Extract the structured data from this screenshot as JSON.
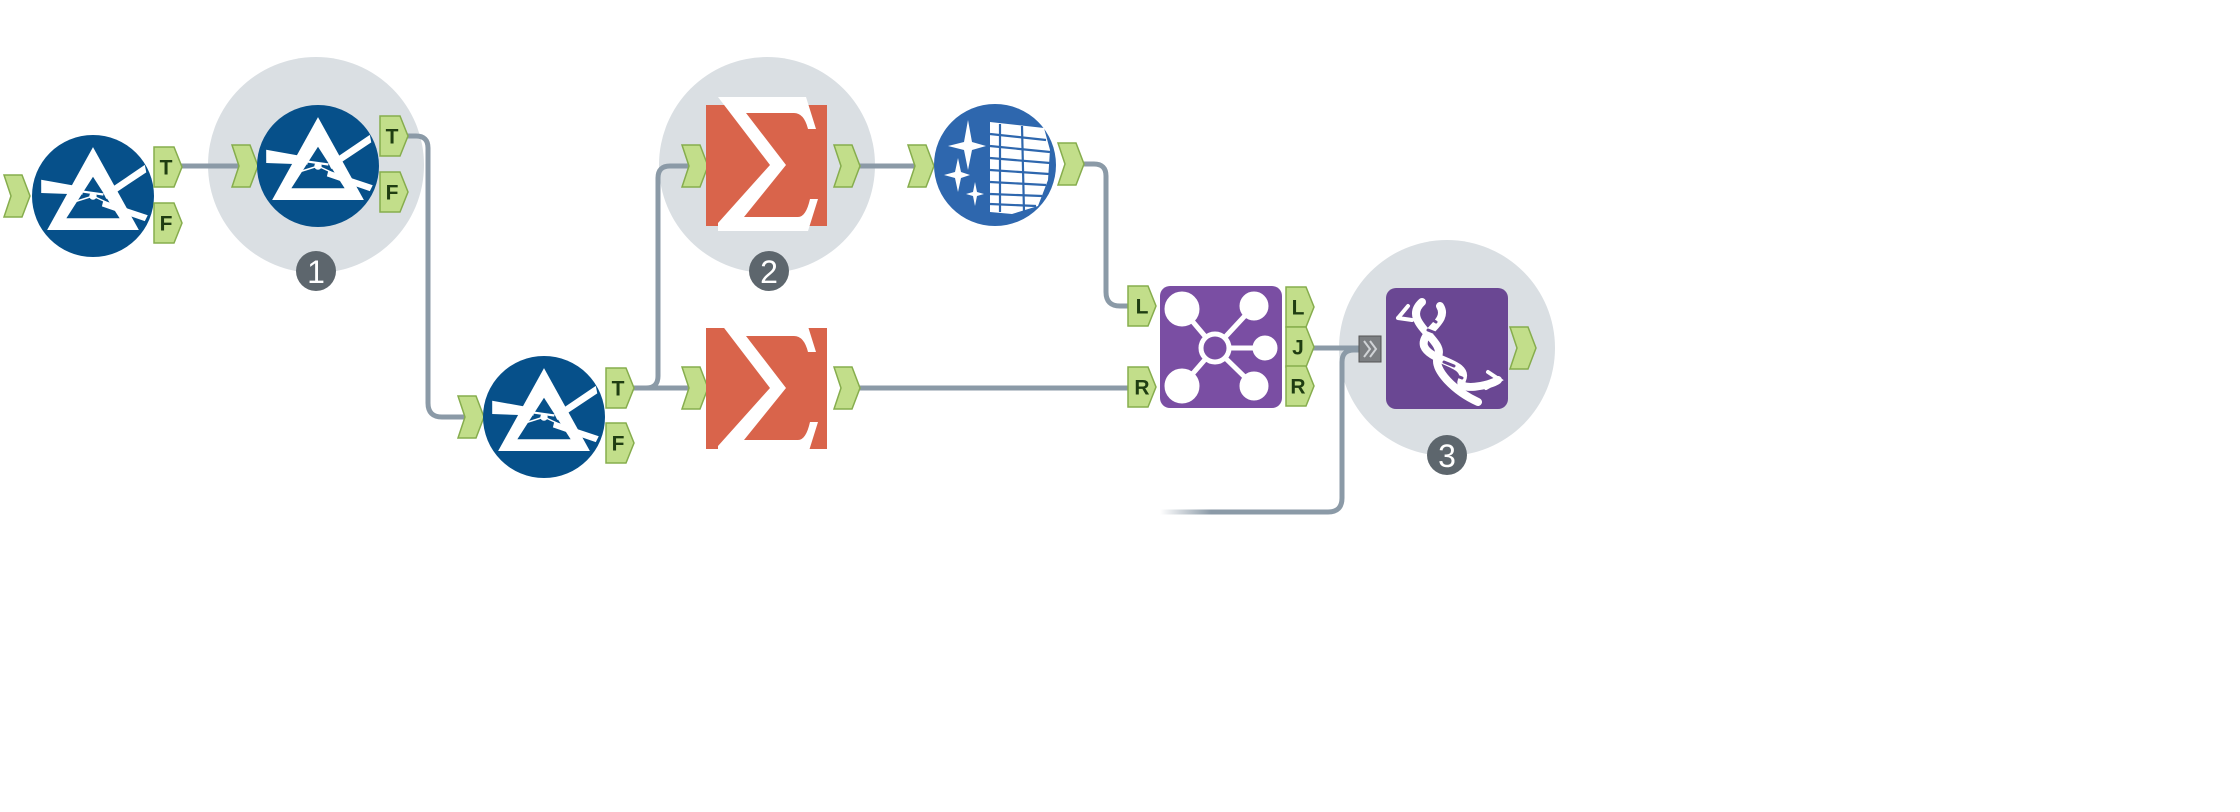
{
  "workflow": {
    "tools": [
      {
        "id": "filter-1",
        "type": "filter",
        "outputs": [
          "T",
          "F"
        ]
      },
      {
        "id": "filter-2",
        "type": "filter",
        "outputs": [
          "T",
          "F"
        ],
        "badge": "1"
      },
      {
        "id": "filter-3",
        "type": "filter",
        "outputs": [
          "T",
          "F"
        ]
      },
      {
        "id": "summarize-1",
        "type": "summarize",
        "badge": "2"
      },
      {
        "id": "summarize-2",
        "type": "summarize"
      },
      {
        "id": "cross-tab",
        "type": "cross-tab"
      },
      {
        "id": "join",
        "type": "join",
        "inputs": [
          "L",
          "R"
        ],
        "outputs": [
          "L",
          "J",
          "R"
        ]
      },
      {
        "id": "dna-tool",
        "type": "dna",
        "badge": "3"
      }
    ],
    "badges": {
      "one": "1",
      "two": "2",
      "three": "3"
    },
    "anchor_labels": {
      "filter1_true": "T",
      "filter1_false": "F",
      "filter2_true": "T",
      "filter2_false": "F",
      "filter3_true": "T",
      "filter3_false": "F",
      "join_in_left": "L",
      "join_in_right": "R",
      "join_out_left": "L",
      "join_out_join": "J",
      "join_out_right": "R"
    },
    "colors": {
      "filter": "#06508a",
      "summarize": "#d9644b",
      "cross_tab": "#2e67ae",
      "join": "#7a4ea3",
      "dna": "#6a4793",
      "anchor": "#c2de8a",
      "anchor_border": "#86ad4d",
      "connector": "#8b9aa7",
      "halo": "#dadfe3",
      "badge": "#5d666d"
    }
  }
}
